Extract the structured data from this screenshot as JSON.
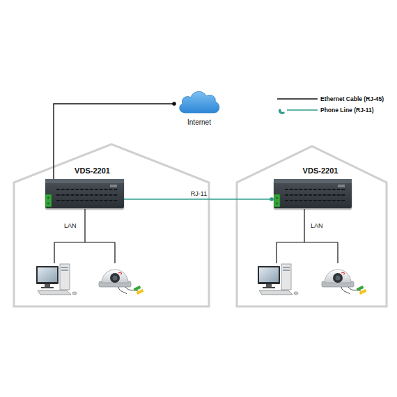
{
  "diagram": {
    "nodes": [
      {
        "text": [
          "Internet"
        ]
      },
      {
        "text": [
          "VDS-2201"
        ]
      },
      {
        "text": [
          "VDS-2201"
        ]
      }
    ],
    "edges": [
      {
        "from": 1,
        "to": 0,
        "arrow": "none"
      },
      {
        "from": 1,
        "to": 2,
        "label": "RJ-11",
        "arrow": "none"
      }
    ],
    "labels": [
      "LAN",
      "LAN"
    ],
    "legend": [
      {
        "text": "Ethernet Cable (RJ-45)"
      },
      {
        "text": "Phone Line (RJ-11)"
      }
    ]
  }
}
